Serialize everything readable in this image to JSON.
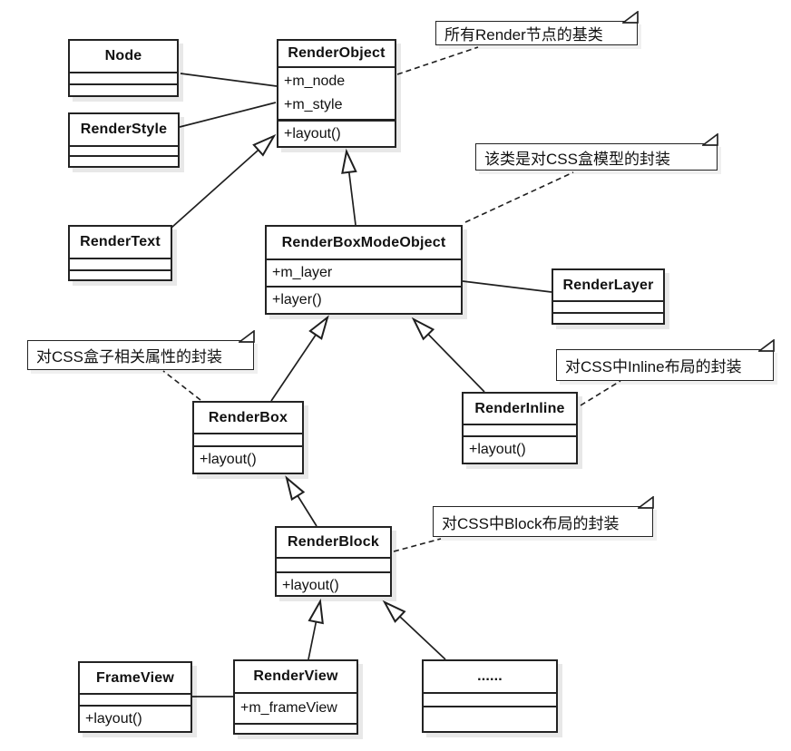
{
  "diagram": {
    "classes": {
      "node": {
        "name": "Node"
      },
      "render_style": {
        "name": "RenderStyle"
      },
      "render_text": {
        "name": "RenderText"
      },
      "render_object": {
        "name": "RenderObject",
        "attr1": "+m_node",
        "attr2": "+m_style",
        "method1": "+layout()"
      },
      "render_box_mode_object": {
        "name": "RenderBoxModeObject",
        "attr1": "+m_layer",
        "method1": "+layer()"
      },
      "render_layer": {
        "name": "RenderLayer"
      },
      "render_box": {
        "name": "RenderBox",
        "method1": "+layout()"
      },
      "render_inline": {
        "name": "RenderInline",
        "method1": "+layout()"
      },
      "render_block": {
        "name": "RenderBlock",
        "method1": "+layout()"
      },
      "frame_view": {
        "name": "FrameView",
        "method1": "+layout()"
      },
      "render_view": {
        "name": "RenderView",
        "attr1": "+m_frameView"
      },
      "ellipsis": {
        "name": "......"
      }
    },
    "notes": {
      "render_object": "所有Render节点的基类",
      "box_model": "该类是对CSS盒模型的封装",
      "render_box": "对CSS盒子相关属性的封装",
      "render_inline": "对CSS中Inline布局的封装",
      "render_block": "对CSS中Block布局的封装"
    },
    "relationships": [
      {
        "from": "Node",
        "to": "RenderObject",
        "type": "association"
      },
      {
        "from": "RenderStyle",
        "to": "RenderObject",
        "type": "association"
      },
      {
        "from": "RenderText",
        "to": "RenderObject",
        "type": "generalization"
      },
      {
        "from": "RenderBoxModeObject",
        "to": "RenderObject",
        "type": "generalization"
      },
      {
        "from": "RenderBoxModeObject",
        "to": "RenderLayer",
        "type": "association"
      },
      {
        "from": "RenderBox",
        "to": "RenderBoxModeObject",
        "type": "generalization"
      },
      {
        "from": "RenderInline",
        "to": "RenderBoxModeObject",
        "type": "generalization"
      },
      {
        "from": "RenderBlock",
        "to": "RenderBox",
        "type": "generalization"
      },
      {
        "from": "RenderView",
        "to": "RenderBlock",
        "type": "generalization"
      },
      {
        "from": "......",
        "to": "RenderBlock",
        "type": "generalization"
      },
      {
        "from": "FrameView",
        "to": "RenderView",
        "type": "association"
      }
    ],
    "colors": {
      "line": "#1f1f1f",
      "box_fill": "#ffffff",
      "text": "#111111",
      "shadow": "#e8e8e8"
    }
  }
}
